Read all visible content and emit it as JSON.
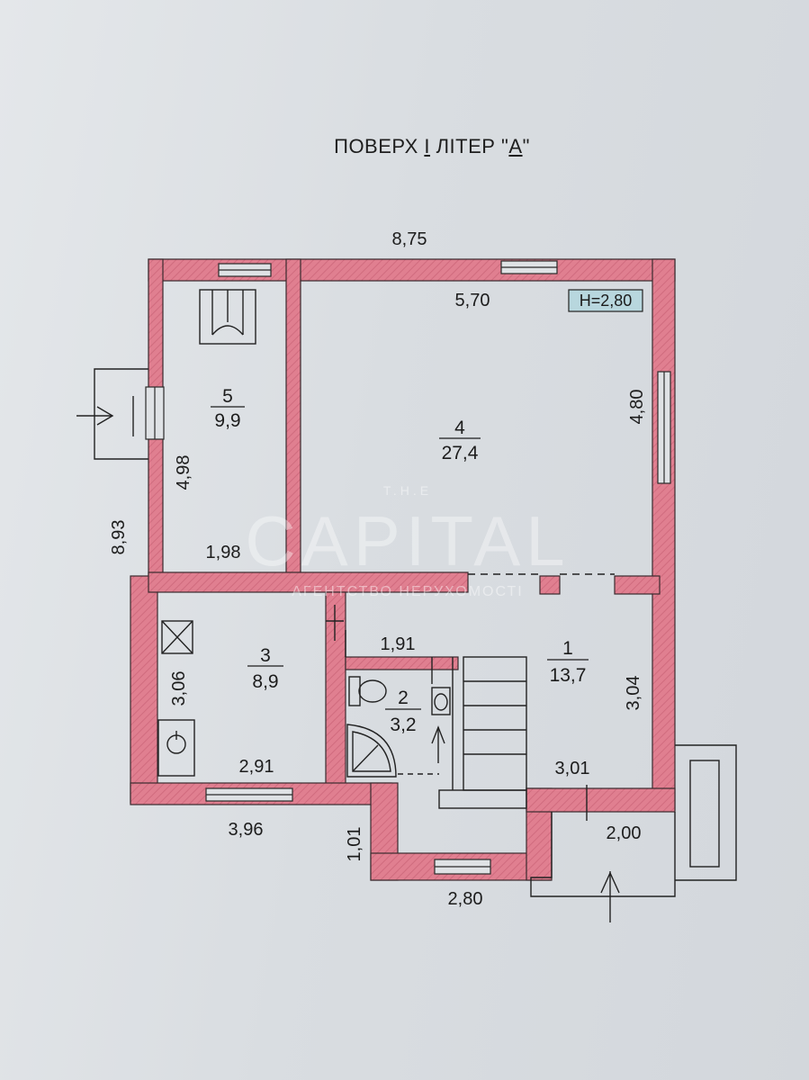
{
  "title": {
    "prefix": "ПОВЕРХ ",
    "floor": "I",
    "middle": " ЛІТЕР \"",
    "letter": "А",
    "suffix": "\""
  },
  "height_tag": "H=2,80",
  "dimensions": {
    "total_width": "8,75",
    "total_depth": "8,93",
    "r4_width": "5,70",
    "r4_depth": "4,80",
    "r5_depth": "4,98",
    "r5_width": "1,98",
    "r3_depth": "3,06",
    "r3_width": "2,91",
    "r1_stub": "1,91",
    "r1_depth": "3,04",
    "r1_width": "3,01",
    "porch_width": "2,00",
    "bottom_left": "3,96",
    "bay_depth": "1,01",
    "bay_width": "2,80"
  },
  "rooms": [
    {
      "number": "1",
      "area": "13,7"
    },
    {
      "number": "2",
      "area": "3,2"
    },
    {
      "number": "3",
      "area": "8,9"
    },
    {
      "number": "4",
      "area": "27,4"
    },
    {
      "number": "5",
      "area": "9,9"
    }
  ],
  "watermark": {
    "the": "T.H.E",
    "brand": "CAPITAL",
    "agency": "АГЕНТСТВО НЕРУХОМОСТІ"
  },
  "colors": {
    "wall": "#e07f90",
    "ink": "#1c1c1c",
    "paper": "#dde0e3"
  }
}
